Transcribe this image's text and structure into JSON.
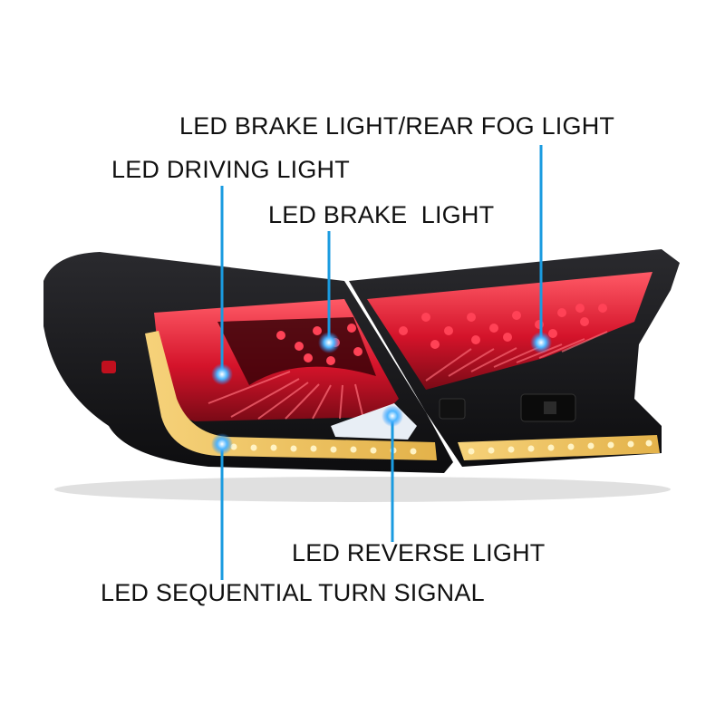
{
  "callouts": {
    "brake_fog": {
      "label": "LED BRAKE LIGHT/REAR FOG LIGHT"
    },
    "driving": {
      "label": "LED DRIVING LIGHT"
    },
    "brake": {
      "label": "LED BRAKE  LIGHT"
    },
    "reverse": {
      "label": "LED REVERSE LIGHT"
    },
    "turn_signal": {
      "label": "LED SEQUENTIAL TURN SIGNAL"
    }
  },
  "colors": {
    "callout_line": "#1a9be0",
    "callout_dot": "#1e90ff",
    "background": "#ffffff",
    "housing": "#1a1a1c",
    "red_led": "#e8182e",
    "amber_led": "#f5c542",
    "reverse_lens": "#e8eef5",
    "label_text": "#111111"
  }
}
